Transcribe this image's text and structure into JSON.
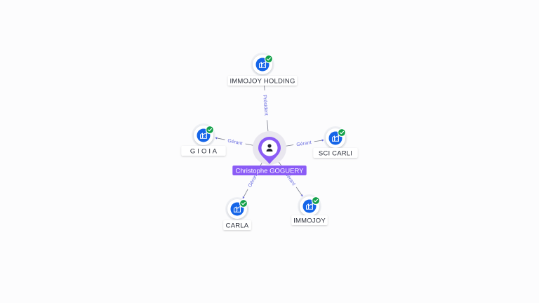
{
  "graph": {
    "center": {
      "name": "Christophe GOGUERY",
      "icon": "person-icon",
      "color": "#8b5cf6"
    },
    "companies": [
      {
        "id": "immojoy-holding",
        "name": "IMMOJOY HOLDING",
        "relation": "Président",
        "verified": true,
        "icon": "building-icon"
      },
      {
        "id": "gioia",
        "name": "G I O I A",
        "relation": "Gérant",
        "verified": true,
        "icon": "building-icon"
      },
      {
        "id": "sci-carli",
        "name": "SCI CARLI",
        "relation": "Gérant",
        "verified": true,
        "icon": "building-icon"
      },
      {
        "id": "carla",
        "name": "CARLA",
        "relation": "Gérant",
        "verified": true,
        "icon": "building-icon"
      },
      {
        "id": "immojoy",
        "name": "IMMOJOY",
        "relation": "Gérant",
        "verified": true,
        "icon": "building-icon"
      }
    ],
    "colors": {
      "company_icon": "#1565e8",
      "verified_badge": "#13a14a",
      "edge": "#6b6ee0",
      "label_bg": "#ffffff"
    }
  }
}
